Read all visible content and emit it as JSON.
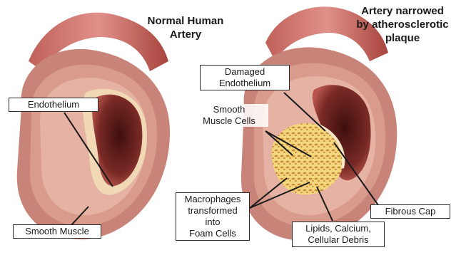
{
  "titles": {
    "normal": "Normal Human\nArtery",
    "narrowed": "Artery narrowed\nby atherosclerotic\nplaque"
  },
  "labels": {
    "endothelium": "Endothelium",
    "smooth_muscle": "Smooth Muscle",
    "damaged_endothelium": "Damaged\nEndothelium",
    "smooth_muscle_cells": "Smooth\nMuscle Cells",
    "macrophages": "Macrophages\ntransformed\ninto\nFoam Cells",
    "lipids": "Lipids, Calcium,\nCellular Debris",
    "fibrous_cap": "Fibrous Cap"
  },
  "colors": {
    "outer_wall": "#c9847a",
    "wall_band": "#d99b8b",
    "intima": "#f1d9b5",
    "lumen": "#7a2a26",
    "vessel_top": "#b85048",
    "plaque": "#e8c25a"
  }
}
